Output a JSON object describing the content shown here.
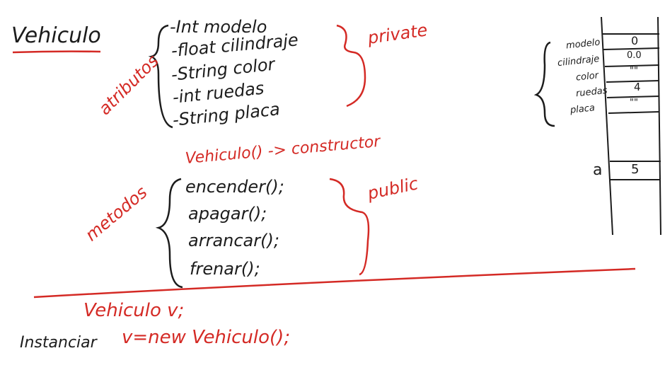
{
  "colors": {
    "ink": "#1c1c1c",
    "red": "#d42a25",
    "background": "#ffffff"
  },
  "title": "Vehiculo",
  "atributos": {
    "label": "atributos",
    "items": [
      "-Int modelo",
      "-float cilindraje",
      "-String color",
      "-int ruedas",
      "-String placa"
    ],
    "modifier": "private"
  },
  "metodos": {
    "label": "metodos",
    "constructor": "Vehiculo() -> constructor",
    "items": [
      "encender();",
      "apagar();",
      "arrancar();",
      "frenar();"
    ],
    "modifier": "public"
  },
  "declaration": "Vehiculo v;",
  "instantiation": {
    "label": "Instanciar",
    "code": "v=new Vehiculo();"
  },
  "memory": {
    "object_fields": [
      "modelo",
      "cilindraje",
      "color",
      "ruedas",
      "placa"
    ],
    "object_values": [
      "0",
      "0.0",
      "\"\"",
      "4",
      "\"\""
    ],
    "variable": {
      "name": "a",
      "value": "5"
    }
  }
}
